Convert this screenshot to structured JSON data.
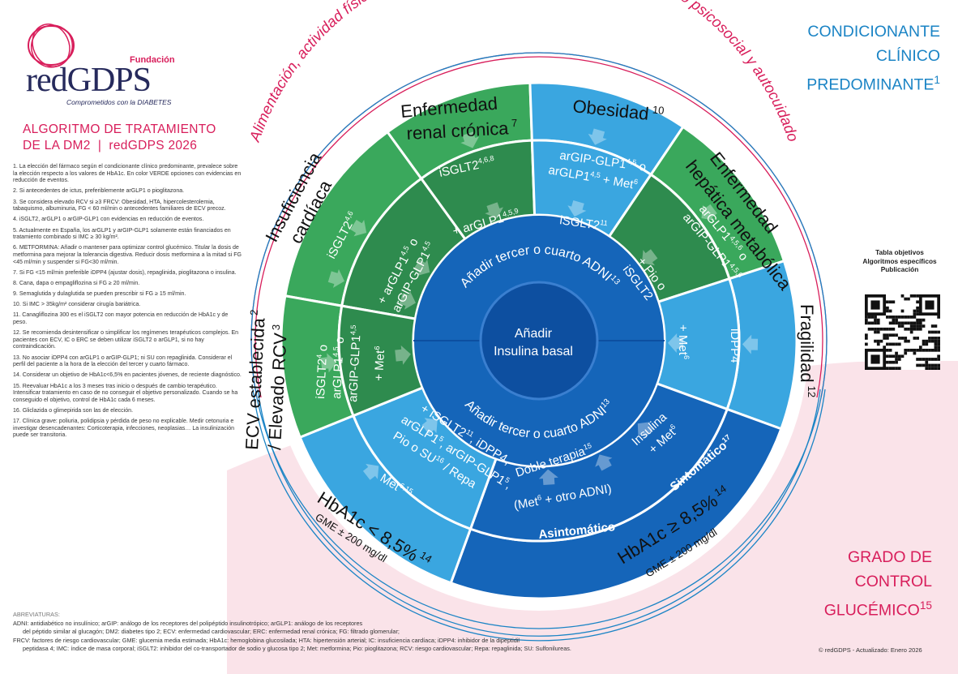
{
  "logo": {
    "fundacion": "Fundación",
    "name": "redGDPS",
    "tagline": "Comprometidos con la DIABETES"
  },
  "title": {
    "line1": "ALGORITMO DE TRATAMIENTO",
    "line2": "DE LA DM2  |  redGDPS 2026"
  },
  "notes": [
    "1. La elección del fármaco según el condicionante clínico predominante, prevalece sobre la elección respecto a los valores de HbA1c. En color VERDE opciones con evidencias en reducción de eventos.",
    "2. Si antecedentes de ictus, preferiblemente arGLP1 o pioglitazona.",
    "3. Se considera elevado RCV si ≥3 FRCV: Obesidad, HTA, hipercolesterolemia, tabaquismo, albuminuria, FG < 60 ml/min o antecedentes familiares de ECV precoz.",
    "4. iSGLT2, arGLP1 o arGIP-GLP1 con evidencias en reducción de eventos.",
    "5. Actualmente en España, los arGLP1 y arGIP-GLP1 solamente están financiados en tratamiento combinado si IMC ≥ 30 kg/m².",
    "6. METFORMINA: Añadir o mantener para optimizar control glucémico. Titular la dosis de metformina para mejorar la tolerancia digestiva. Reducir dosis metformina a la mitad si FG <45 ml/min y suspender si FG<30 ml/min.",
    "7. Si FG <15 ml/min preferible iDPP4 (ajustar dosis), repaglinida, pioglitazona o insulina.",
    "8. Cana, dapa o empagliflozina si FG ≥ 20 ml/min.",
    "9. Semaglutida y dulaglutida se pueden prescribir si FG ≥ 15 ml/min.",
    "10. Si IMC > 35kg/m² considerar cirugía bariátrica.",
    "11. Canagliflozina 300 es el iSGLT2 con mayor potencia en reducción de HbA1c y de peso.",
    "12. Se recomienda desintensificar o simplificar los regímenes terapéuticos complejos. En pacientes con ECV, IC o ERC se deben utilizar iSGLT2 o arGLP1, si no hay contraindicación.",
    "13. No asociar iDPP4 con arGLP1 o arGIP-GLP1; ni SU con repaglinida. Considerar el perfil del paciente a la hora de la elección del tercer y cuarto fármaco.",
    "14. Considerar un objetivo de HbA1c<6,5% en pacientes jóvenes, de reciente diagnóstico.",
    "15. Reevaluar HbA1c a los 3 meses tras inicio o después de cambio terapéutico. Intensificar tratamiento en caso de no conseguir el objetivo personalizado. Cuando se ha conseguido el objetivo, control de HbA1c cada 6 meses.",
    "16. Gliclazida o glimepirida son las de elección.",
    "17. Clínica grave: poliuria, polidipsia y pérdida de peso no explicable. Medir cetonuria e investigar desencadenantes: Corticoterapia, infecciones, neoplasias… La insulinización puede ser transitoria."
  ],
  "abbreviations": {
    "heading": "ABREVIATURAS:",
    "lines": [
      "ADNI: antidiabético no insulínico; arGIP: análogo de los receptores del polipéptido insulinotrópico; arGLP1: análogo de los receptores",
      "del péptido similar al glucagón; DM2: diabetes tipo 2; ECV: enfermedad cardiovascular; ERC: enfermedad renal crónica; FG: filtrado glomerular;",
      "FRCV: factores de riesgo cardiovascular; GME: glucemia media estimada; HbA1c: hemoglobina glucosilada; HTA: hipertensión arterial; IC: insuficiencia cardíaca; iDPP4: inhibidor de la dipeptidil",
      "peptidasa 4; IMC: índice de masa corporal; iSGLT2: inhibidor del co-transportador de sodio y glucosa tipo 2; Met: metformina; Pio: pioglitazona; RCV: riesgo cardiovascular; Repa: repaglinida; SU: Sulfonilureas."
    ]
  },
  "condicionante": {
    "line1": "CONDICIONANTE",
    "line2": "CLÍNICO",
    "line3": "PREDOMINANTE",
    "sup": "1"
  },
  "grado": {
    "line1": "GRADO DE",
    "line2": "CONTROL",
    "line3": "GLUCÉMICO",
    "sup": "15"
  },
  "qr": {
    "line1": "Tabla objetivos",
    "line2": "Algoritmos específicos",
    "line3": "Publicación"
  },
  "footer": "© redGDPS - Actualizado: Enero 2026",
  "wheel": {
    "outer_arc": "Alimentación, actividad física, calidad del sueño, educación terapéutica, apoyo psicosocial y autocuidado",
    "center": {
      "line1": "Añadir",
      "line2": "Insulina basal"
    },
    "ring_upper": "Añadir tercer o cuarto ADNI",
    "ring_lower": "Añadir tercer o cuarto ADNI",
    "ring_sup": "13",
    "sectors": {
      "ic": {
        "label1": "Insuficiencia",
        "label2": "cardíaca",
        "outer": "iSGLT2",
        "outer_sup": "4,6",
        "inner1": "+ arGLP1",
        "inner1_sup": "4,5",
        "inner1_o": "o",
        "inner2": "arGIP-GLP1",
        "inner2_sup": "4,5"
      },
      "erc": {
        "label1": "Enfermedad",
        "label2": "renal crónica",
        "label_sup": "7",
        "outer": "iSGLT2",
        "outer_sup": "4,6,8",
        "inner": "+ arGLP1",
        "inner_sup": "4,5,9"
      },
      "obesidad": {
        "label": "Obesidad",
        "label_sup": "10",
        "outer1": "arGIP-GLP1",
        "outer1_sup": "4,5",
        "outer1_o": "o",
        "outer2": "arGLP1",
        "outer2_sup": "4,5",
        "outer2_met": "+ Met",
        "outer2_met_sup": "6",
        "inner": "iSGLT2",
        "inner_sup": "11"
      },
      "hepatica": {
        "label1": "Enfermedad",
        "label2": "hepática metabólica",
        "outer1": "arGLP1",
        "outer1_sup": "4,5,6",
        "outer1_o": "o",
        "outer2": "arGIP-GLP1",
        "outer2_sup": "4,5,6",
        "inner1": "+ Pio o",
        "inner2": "iSGLT2"
      },
      "fragilidad": {
        "label": "Fragilidad",
        "label_sup": "12",
        "outer": "iDPP4",
        "inner": "+ Met",
        "inner_sup": "6"
      },
      "ecv": {
        "label1": "ECV establecida",
        "label1_sup": "2",
        "label2": "/ Elevado RCV",
        "label2_sup": "3",
        "outer1": "iSGLT2",
        "outer1_sup": "4",
        "outer1_o": "o",
        "outer2": "arGLP1",
        "outer2_sup": "4,5",
        "outer2_o": "o",
        "outer3": "arGIP-GLP1",
        "outer3_sup": "4,5",
        "inner": "+ Met",
        "inner_sup": "6"
      },
      "hba1c_low": {
        "label": "HbA1c < 8,5%",
        "label_sup": "14",
        "gme": "GME ± 200 mg/dl",
        "outer": "Met",
        "outer_sup": "6,15",
        "inner1": "+ iSGLT2",
        "inner1_sup": "11",
        "inner1b": ", iDPP4,",
        "inner2": "arGLP1",
        "inner2_sup": "5",
        "inner2b": ", arGIP-GLP1",
        "inner2b_sup": "5",
        "inner2c": ",",
        "inner3": "Pio o SU",
        "inner3_sup": "16",
        "inner3b": "/ Repa"
      },
      "hba1c_high": {
        "label": "HbA1c ≥ 8,5%",
        "label_sup": "14",
        "gme": "GME ± 200 mg/dl",
        "asintomatico": "Asintomático",
        "sintomatico": "Sintomático",
        "sint_sup": "17",
        "doble": "Doble terapia",
        "doble_sup": "15",
        "doble2": "(Met",
        "doble2_sup": "6",
        "doble2b": "+ otro ADNI)",
        "ins1": "Insulina",
        "ins2": "+ Met",
        "ins2_sup": "6"
      }
    }
  },
  "colors": {
    "green": "#3aa85c",
    "green_dark": "#2e8b4e",
    "blue": "#1565b9",
    "blue_dark": "#0d4fa0",
    "cyan": "#3aa6e0",
    "magenta": "#d81e5b",
    "pink_bg": "#f9dee5",
    "blue_text": "#1b84c5"
  }
}
